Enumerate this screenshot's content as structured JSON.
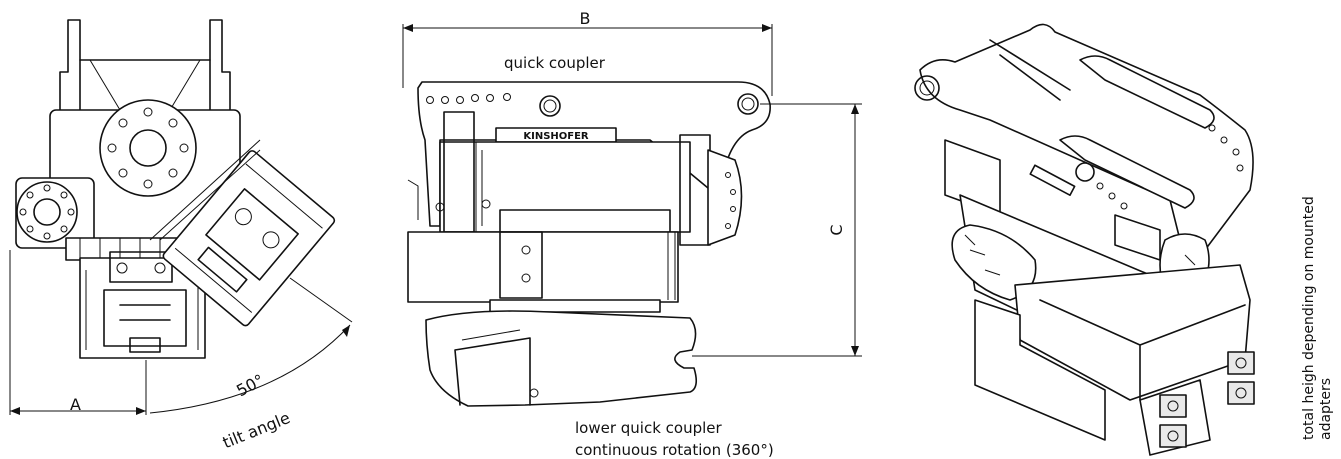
{
  "labels": {
    "dim_a": "A",
    "dim_b": "B",
    "dim_c": "C",
    "angle": "50°",
    "tilt_angle": "tilt angle",
    "quick_coupler": "quick coupler",
    "lower_quick_coupler": "lower quick coupler",
    "continuous_rotation": "continuous rotation (360°)",
    "side_note_line1": "total heigh depending on mounted",
    "side_note_line2": "adapters"
  },
  "logo_text": "KINSHOFER"
}
